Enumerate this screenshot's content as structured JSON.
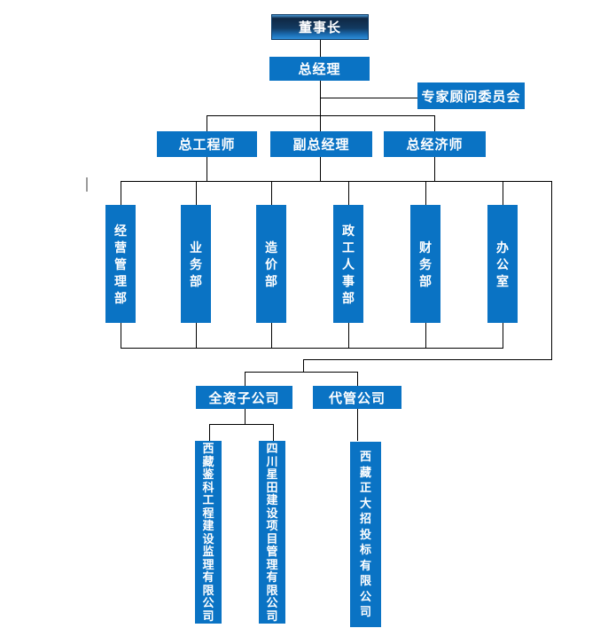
{
  "diagram_type": "organization-chart",
  "colors": {
    "node_blue": "#0a73c4",
    "chairman_gradient_dark": "#102844",
    "chairman_gradient_light": "#2f8ed8",
    "connector_line": "#000000",
    "stray_mark_gray": "#9b9b9b",
    "text": "#ffffff"
  },
  "org": {
    "chairman": "董事长",
    "general_manager": "总经理",
    "advisory_committee": "专家顾问委员会",
    "managers": [
      "总工程师",
      "副总经理",
      "总经济师"
    ],
    "departments": [
      "经营管理部",
      "业务部",
      "造价部",
      "政工人事部",
      "财务部",
      "办公室"
    ],
    "groups": [
      "全资子公司",
      "代管公司"
    ],
    "companies": [
      "西藏鉴科工程建设监理有限公司",
      "四川星田建设项目管理有限公司",
      "西藏正大招投标有限公司"
    ]
  }
}
